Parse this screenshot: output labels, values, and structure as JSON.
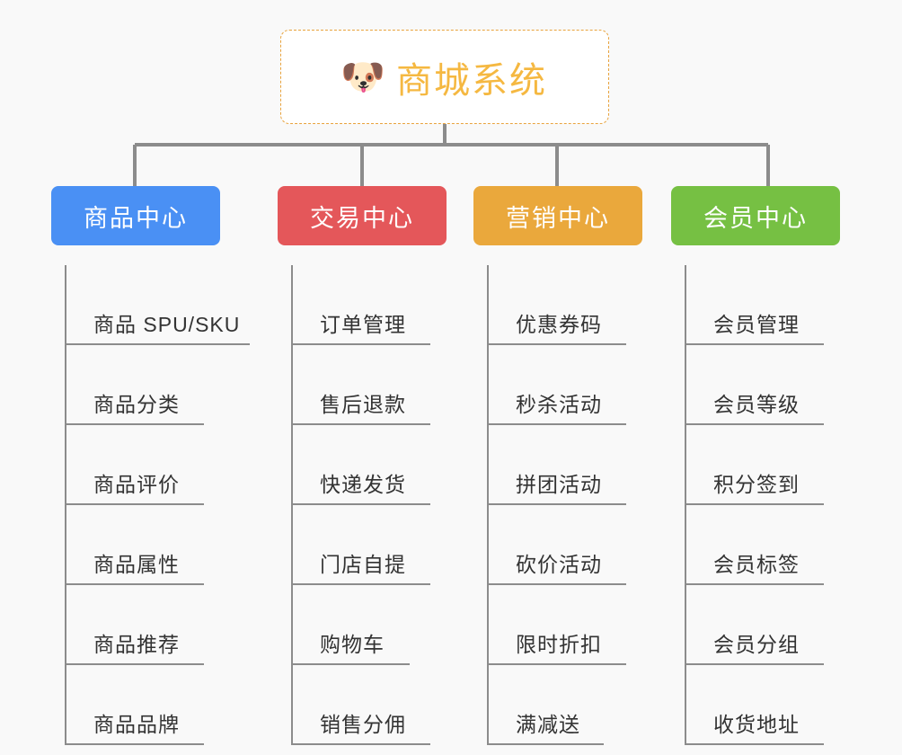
{
  "background_color": "#f9f9f9",
  "root": {
    "title": "商城系统",
    "icon": "🐶",
    "icon_name": "shiba-dog-face-icon",
    "text_color": "#f5b841",
    "border_color": "#e8a33d",
    "background": "#ffffff"
  },
  "connector_color": "#8c8c8c",
  "columns": [
    {
      "id": "product-center",
      "label": "商品中心",
      "color": "#4a90f4",
      "items": [
        "商品 SPU/SKU",
        "商品分类",
        "商品评价",
        "商品属性",
        "商品推荐",
        "商品品牌"
      ]
    },
    {
      "id": "trade-center",
      "label": "交易中心",
      "color": "#e4575a",
      "items": [
        "订单管理",
        "售后退款",
        "快递发货",
        "门店自提",
        "购物车",
        "销售分佣"
      ]
    },
    {
      "id": "marketing-center",
      "label": "营销中心",
      "color": "#eaa83c",
      "items": [
        "优惠券码",
        "秒杀活动",
        "拼团活动",
        "砍价活动",
        "限时折扣",
        "满减送"
      ]
    },
    {
      "id": "member-center",
      "label": "会员中心",
      "color": "#76c043",
      "items": [
        "会员管理",
        "会员等级",
        "积分签到",
        "会员标签",
        "会员分组",
        "收货地址"
      ]
    }
  ]
}
